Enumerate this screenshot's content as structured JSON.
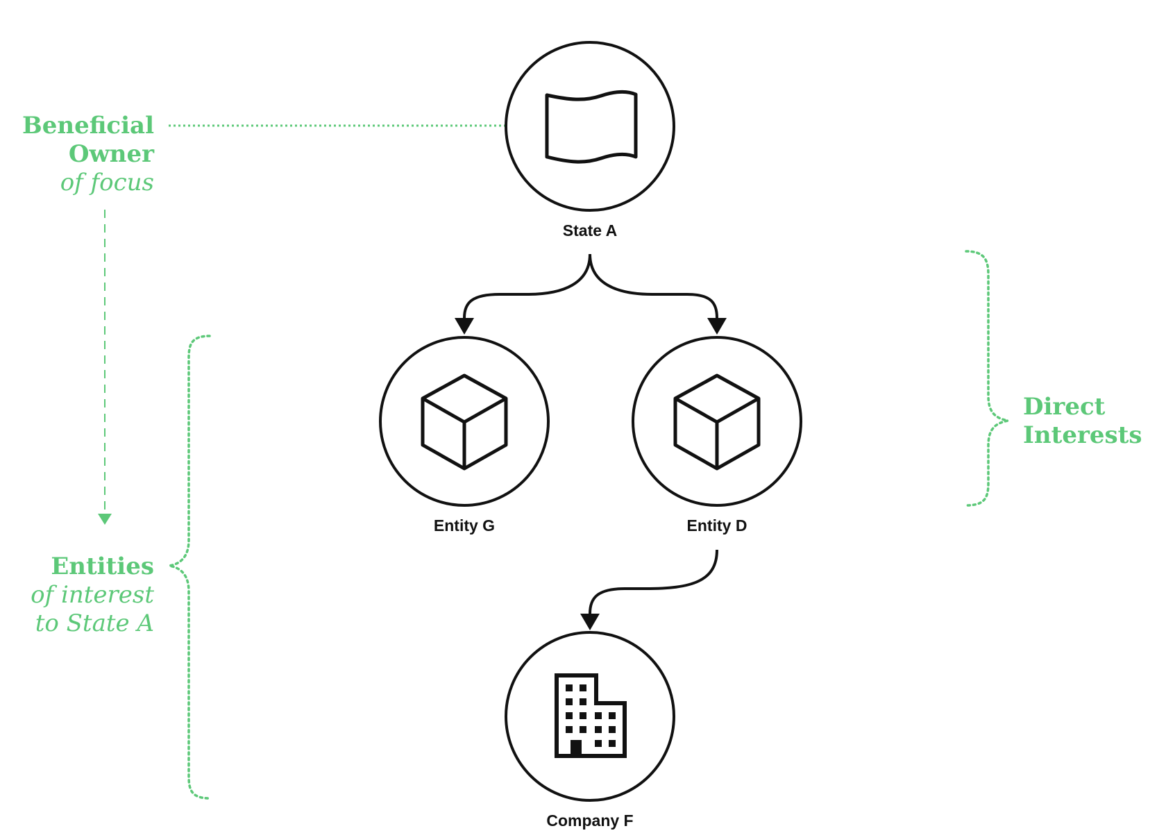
{
  "colors": {
    "ink": "#111111",
    "accent": "#5cc878"
  },
  "nodes": {
    "state_a": {
      "label": "State A",
      "icon": "flag-icon"
    },
    "entity_g": {
      "label": "Entity G",
      "icon": "cube-icon"
    },
    "entity_d": {
      "label": "Entity D",
      "icon": "cube-icon"
    },
    "company_f": {
      "label": "Company F",
      "icon": "building-icon"
    }
  },
  "edges": [
    {
      "from": "State A",
      "to": "Entity G"
    },
    {
      "from": "State A",
      "to": "Entity D"
    },
    {
      "from": "Entity D",
      "to": "Company F"
    }
  ],
  "annotations": {
    "beneficial_owner": {
      "line1": "Beneficial",
      "line2": "Owner",
      "line3": "of focus"
    },
    "entities_of_interest": {
      "line1": "Entities",
      "line2": "of interest",
      "line3": "to State A"
    },
    "direct_interests": {
      "line1": "Direct",
      "line2": "Interests"
    }
  }
}
